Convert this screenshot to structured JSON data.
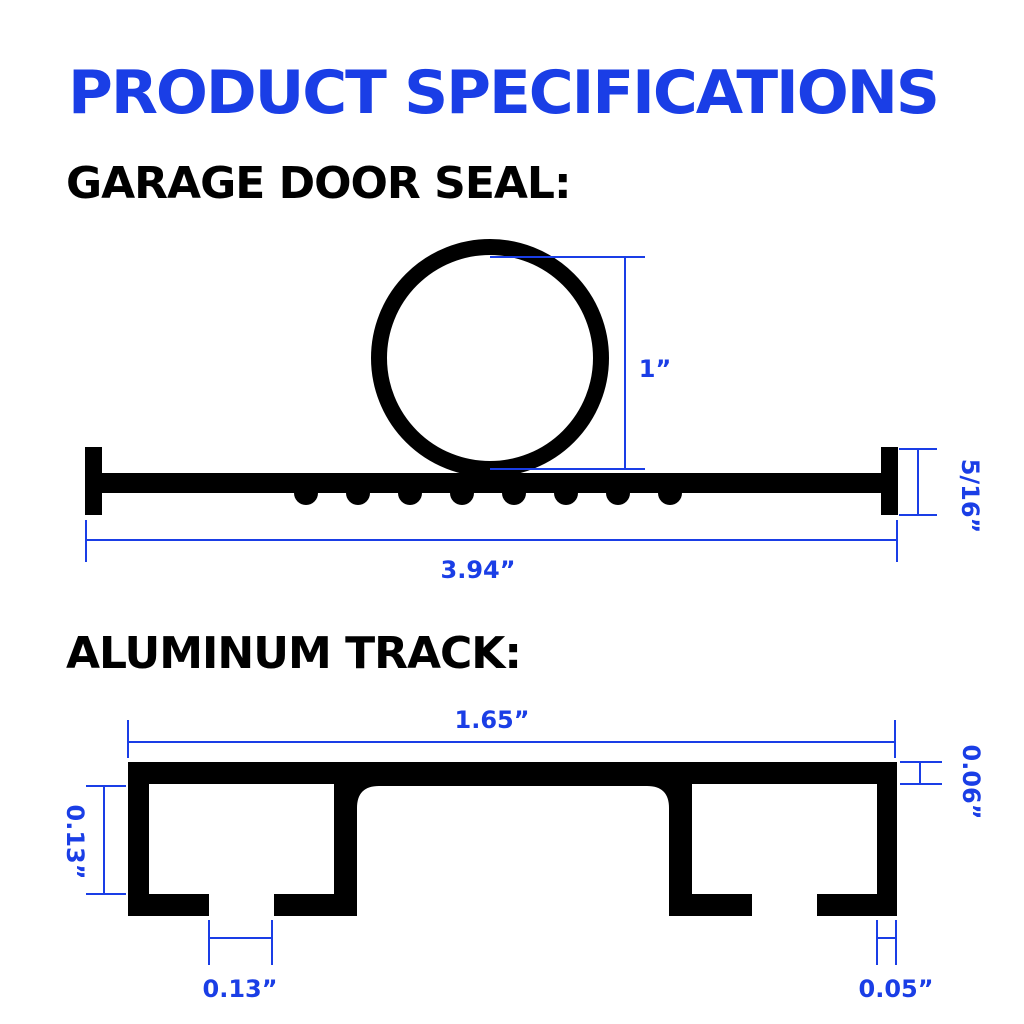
{
  "page_title": "PRODUCT SPECIFICATIONS",
  "sections": {
    "seal": {
      "title": "GARAGE DOOR SEAL:",
      "dims": {
        "bulb_diameter": "1”",
        "overall_width": "3.94”",
        "flange_height": "5/16”"
      }
    },
    "track": {
      "title": "ALUMINUM TRACK:",
      "dims": {
        "overall_width": "1.65”",
        "wall_thickness": "0.06”",
        "channel_height": "0.13”",
        "slot_opening": "0.13”",
        "lip_thickness": "0.05”"
      }
    }
  },
  "colors": {
    "accent": "#1a3ee6",
    "outline": "#000000",
    "background": "#ffffff"
  }
}
